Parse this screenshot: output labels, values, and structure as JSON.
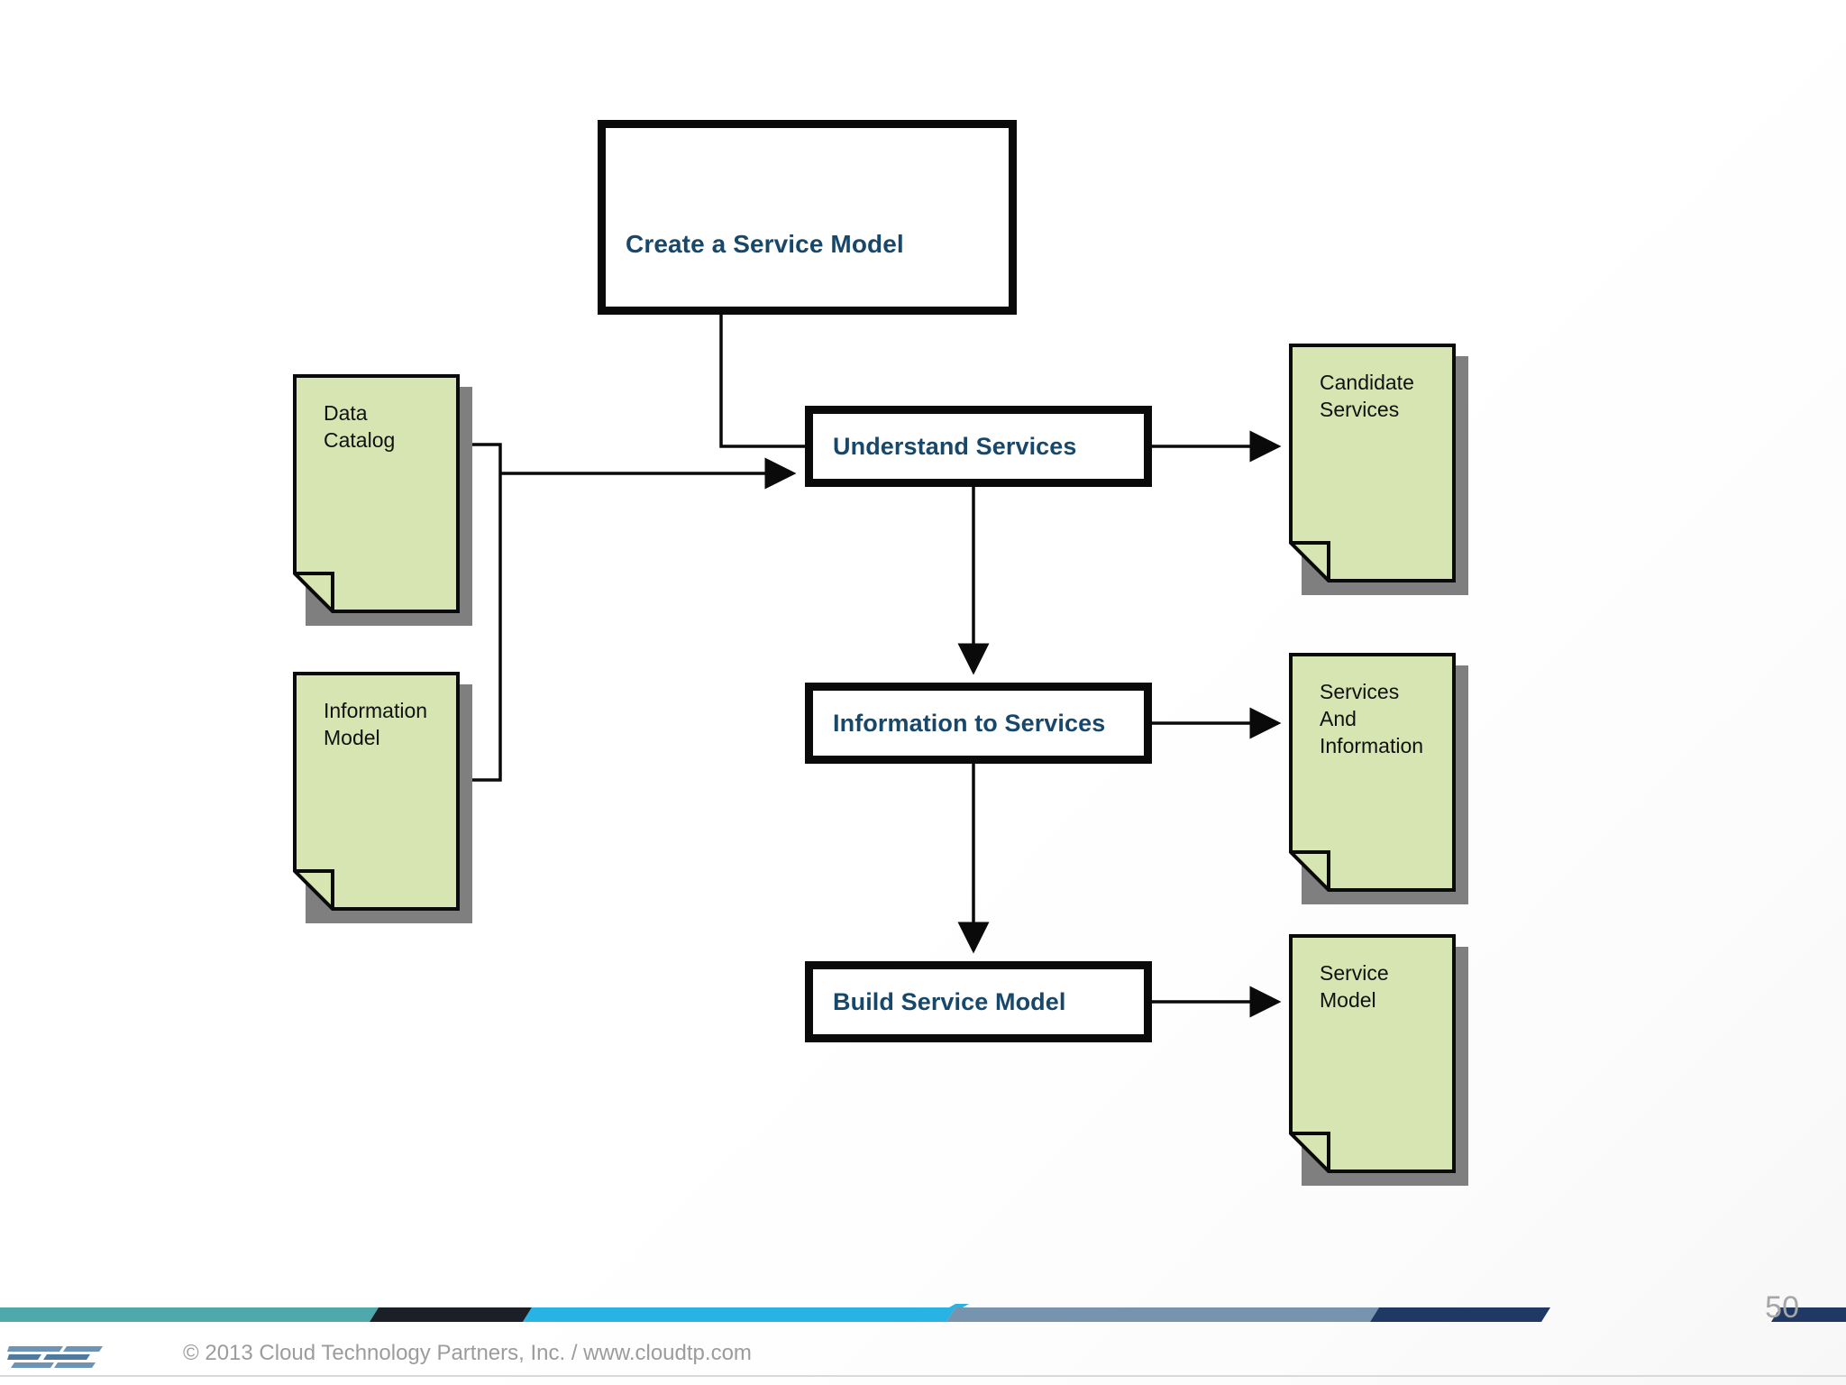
{
  "slide": {
    "page_number": "50",
    "title_box": {
      "label": "Create a Service Model"
    },
    "process_boxes": [
      {
        "id": "understand",
        "label": "Understand Services"
      },
      {
        "id": "info2svc",
        "label": "Information to Services"
      },
      {
        "id": "build",
        "label": "Build Service Model"
      }
    ],
    "input_documents": [
      {
        "id": "data-catalog",
        "label": "Data\nCatalog"
      },
      {
        "id": "information-model",
        "label": "Information\nModel"
      }
    ],
    "output_documents": [
      {
        "id": "candidate-services",
        "label": "Candidate\nServices"
      },
      {
        "id": "services-and-information",
        "label": "Services\nAnd\nInformation"
      },
      {
        "id": "service-model",
        "label": "Service\nModel"
      }
    ],
    "footer": {
      "copyright": "© 2013 Cloud Technology Partners, Inc.  /  www.cloudtp.com",
      "logo_name": "cloud-technology-partners-logo"
    }
  },
  "colors": {
    "document_fill": "#d6e5b1",
    "document_border": "#0a0a0a",
    "document_shadow": "#7f7f7f",
    "process_text": "#17486b",
    "process_border": "#0a0a0a",
    "connector": "#0a0a0a",
    "page_number": "#a6a6a6",
    "footer_text": "#9c9c9c",
    "bar_teal": "#4fa8ac",
    "bar_dark": "#1b1f26",
    "bar_cyan": "#27b3e4",
    "bar_slate": "#7794ae",
    "bar_navy": "#1f3864",
    "logo_blue": "#5b83a8"
  }
}
